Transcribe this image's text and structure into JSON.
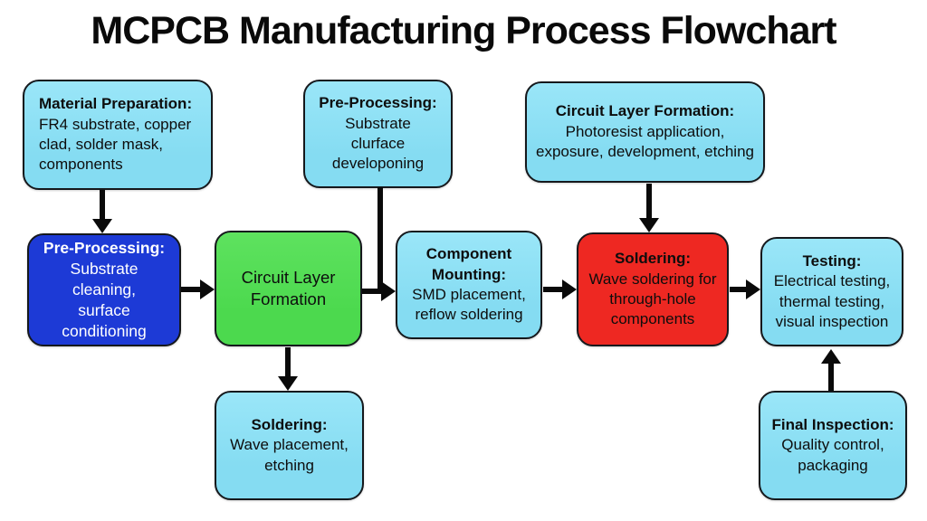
{
  "title": "MCPCB Manufacturing Process Flowchart",
  "colors": {
    "light-blue": "#85dcf2",
    "light-blue-hi": "#9ae6f8",
    "blue": "#1d3ad6",
    "green": "#4cd94e",
    "red": "#ee2822",
    "arrow": "#0a0a0a"
  },
  "nodes": {
    "material_prep": {
      "title": "Material Preparation:",
      "body": "FR4 substrate, copper\nclad, solder mask,\ncomponents"
    },
    "pre_processing_top": {
      "title": "Pre-Processing:",
      "body": "Substrate\nclurface\ndeveloponing"
    },
    "circuit_layer_top": {
      "title": "Circuit Layer Formation:",
      "body": "Photoresist application,\nexposure, development, etching"
    },
    "pre_processing_main": {
      "title": "Pre-Processing:",
      "body": "Substrate cleaning,\nsurface\nconditioning"
    },
    "circuit_layer_main": {
      "body": "Circuit Layer\nFormation"
    },
    "component_mounting": {
      "title": "Component\nMounting:",
      "body": "SMD placement,\nreflow soldering"
    },
    "soldering_main": {
      "title": "Soldering:",
      "body": "Wave soldering for\nthrough-hole\ncomponents"
    },
    "testing": {
      "title": "Testing:",
      "body": "Electrical testing,\nthermal testing,\nvisual inspection"
    },
    "soldering_bottom": {
      "title": "Soldering:",
      "body": "Wave placement,\netching"
    },
    "final_inspection": {
      "title": "Final Inspection:",
      "body": "Quality control,\npackaging"
    }
  },
  "edges": [
    {
      "from": "material_prep",
      "to": "pre_processing_main"
    },
    {
      "from": "pre_processing_main",
      "to": "circuit_layer_main"
    },
    {
      "from": "pre_processing_top",
      "to": "component_mounting"
    },
    {
      "from": "circuit_layer_main",
      "to": "component_mounting"
    },
    {
      "from": "circuit_layer_main",
      "to": "soldering_bottom"
    },
    {
      "from": "component_mounting",
      "to": "soldering_main"
    },
    {
      "from": "circuit_layer_top",
      "to": "soldering_main"
    },
    {
      "from": "soldering_main",
      "to": "testing"
    },
    {
      "from": "final_inspection",
      "to": "testing"
    }
  ]
}
